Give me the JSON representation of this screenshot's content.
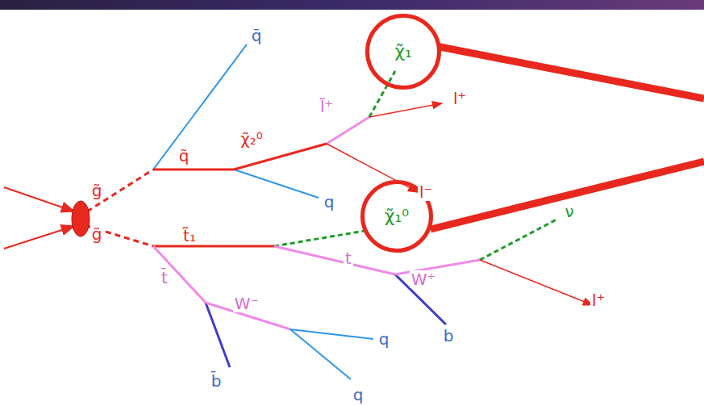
{
  "diagram": {
    "nodes": [
      {
        "text": [
          "χ̃₁"
        ]
      },
      {
        "text": [
          "χ̃₁⁰"
        ]
      }
    ],
    "labels": [
      "q̄",
      "l̃⁺",
      "l⁺",
      "q̃",
      "χ̃₂⁰",
      "g̃",
      "l⁻",
      "q",
      "ν",
      "g̃",
      "t̃₁",
      "t",
      "t̄",
      "W⁺",
      "W⁻",
      "l⁺",
      "b",
      "q",
      "b̄",
      "q"
    ]
  }
}
